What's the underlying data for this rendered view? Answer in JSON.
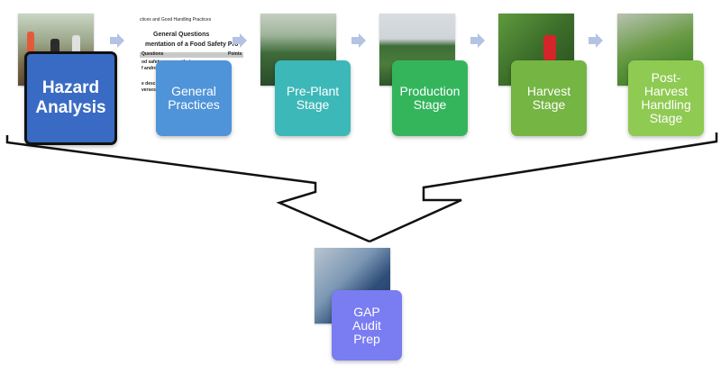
{
  "colors": {
    "hazard": "#3a6bc4",
    "hazard_border": "#111111",
    "general": "#4f94d8",
    "preplant": "#3db8b8",
    "production": "#34b55c",
    "harvest": "#74b543",
    "postharvest": "#8fca52",
    "gap": "#7a7cf2",
    "arrow": "#b4c3e3"
  },
  "stages": [
    {
      "id": "hazard",
      "label": "Hazard\nAnalysis",
      "photo": "farm-crew-photo"
    },
    {
      "id": "general",
      "label": "General\nPractices",
      "photo": "document-photo"
    },
    {
      "id": "preplant",
      "label": "Pre-Plant\nStage",
      "photo": "greenhouse-seedlings-photo"
    },
    {
      "id": "production",
      "label": "Production\nStage",
      "photo": "crop-rows-photo"
    },
    {
      "id": "harvest",
      "label": "Harvest\nStage",
      "photo": "picker-photo"
    },
    {
      "id": "postharvest",
      "label": "Post-\nHarvest\nHandling\nStage",
      "photo": "produce-bins-photo"
    }
  ],
  "document": {
    "line1": "ctices and Good Handling Practices",
    "line2": "General Questions",
    "line3": "mentation of a Food Safety Pro",
    "line4": "Questions",
    "line5": "Points",
    "line6": "od safety program that",
    "line7": "f andro",
    "line8": "e desc",
    "line9": "verses"
  },
  "gap": {
    "label": "GAP\nAudit\nPrep",
    "photo": "inspector-photo"
  }
}
